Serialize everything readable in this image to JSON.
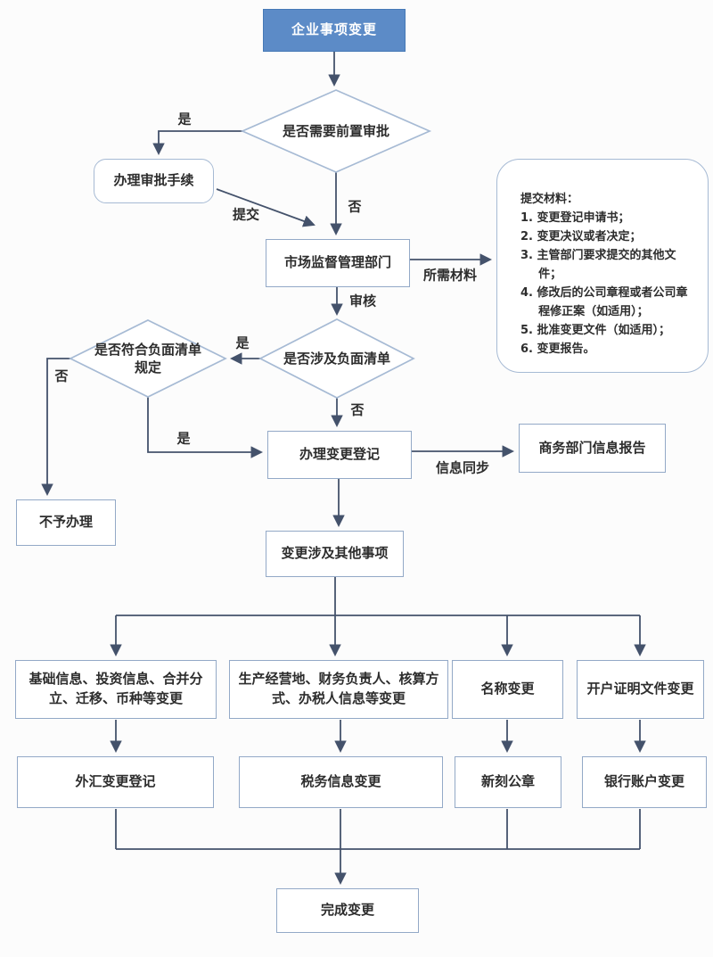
{
  "nodes": {
    "start": "企业事项变更",
    "decision_pre_approval": "是否需要前置审批",
    "approval_procedure": "办理审批手续",
    "market_supervision": "市场监督管理部门",
    "decision_negative_list": "是否涉及负面清单",
    "decision_negative_compliance": "是否符合负面清单规定",
    "no_processing": "不予办理",
    "change_registration": "办理变更登记",
    "commerce_report": "商务部门信息报告",
    "other_matters": "变更涉及其他事项",
    "branch_basic_info": "基础信息、投资信息、合并分立、迁移、币种等变更",
    "branch_production": "生产经营地、财务负责人、核算方式、办税人信息等变更",
    "branch_name_change": "名称变更",
    "branch_account_cert": "开户证明文件变更",
    "forex_registration": "外汇变更登记",
    "tax_info_change": "税务信息变更",
    "new_seal": "新刻公章",
    "bank_account_change": "银行账户变更",
    "finish": "完成变更"
  },
  "materials": {
    "title": "提交材料：",
    "items": [
      "1. 变更登记申请书；",
      "2. 变更决议或者决定；",
      "3. 主管部门要求提交的其他文件；",
      "4. 修改后的公司章程或者公司章程修正案（如适用）；",
      "5. 批准变更文件（如适用）；",
      "6. 变更报告。"
    ]
  },
  "edge_labels": {
    "yes_pre": "是",
    "no_pre": "否",
    "submit": "提交",
    "required_materials": "所需材料",
    "review": "审核",
    "yes_involve": "是",
    "no_involve": "否",
    "no_comply": "否",
    "yes_comply": "是",
    "info_sync": "信息同步"
  },
  "colors": {
    "title_fill": "#5c8bc7",
    "title_border": "#4679b6",
    "box_border": "#93a9c7",
    "shape_border": "#a6bad4",
    "arrow": "#44526b",
    "text": "#2d2d2d",
    "title_text": "#ffffff",
    "background": "#fcfcfc"
  }
}
